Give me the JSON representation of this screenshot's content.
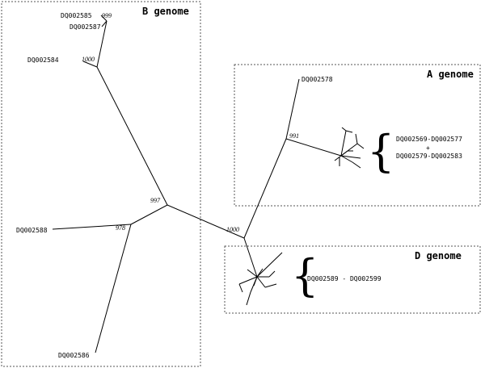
{
  "groups": {
    "b": {
      "title": "B genome"
    },
    "a": {
      "title": "A genome",
      "range_top": "DQ002569-DQ002577",
      "plus": "+",
      "range_bottom": "DQ002579-DQ002583"
    },
    "d": {
      "title": "D genome",
      "range": "DQ002589 - DQ002599"
    }
  },
  "taxa": {
    "dq2585": "DQ002585",
    "dq2587": "DQ002587",
    "dq2584": "DQ002584",
    "dq2578": "DQ002578",
    "dq2588": "DQ002588",
    "dq2586": "DQ002586"
  },
  "bootstrap": {
    "b999": "999",
    "b1000_b": "1000",
    "a991": "991",
    "root997": "997",
    "b978": "978",
    "ad1000": "1000"
  },
  "brace_glyph": "{"
}
